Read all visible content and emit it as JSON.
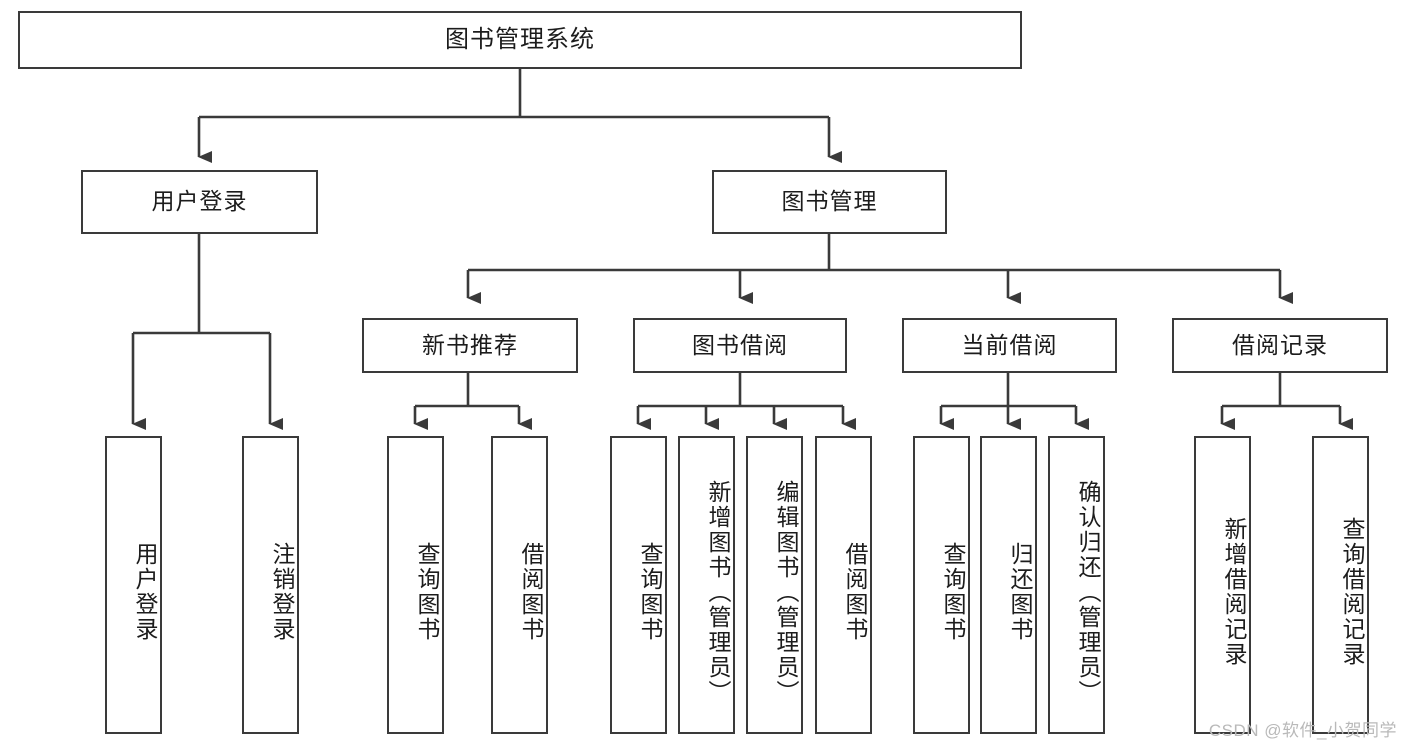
{
  "diagram": {
    "title": "图书管理系统",
    "type": "tree-structure-chart",
    "colors": {
      "box_border": "#3a3a3a",
      "box_fill": "#ffffff",
      "connector": "#3a3a3a",
      "text": "#1c1c1c",
      "watermark": "#b9b9b9"
    },
    "root": {
      "label": "图书管理系统"
    },
    "level2": [
      {
        "label": "用户登录"
      },
      {
        "label": "图书管理"
      }
    ],
    "level3": [
      {
        "label": "新书推荐"
      },
      {
        "label": "图书借阅"
      },
      {
        "label": "当前借阅"
      },
      {
        "label": "借阅记录"
      }
    ],
    "leaves": {
      "user_login": [
        {
          "label": "用户登录"
        },
        {
          "label": "注销登录"
        }
      ],
      "new_book": [
        {
          "label": "查询图书"
        },
        {
          "label": "借阅图书"
        }
      ],
      "book_borrow": [
        {
          "label": "查询图书"
        },
        {
          "label": "新增图书（管理员）"
        },
        {
          "label": "编辑图书（管理员）"
        },
        {
          "label": "借阅图书"
        }
      ],
      "current_borrow": [
        {
          "label": "查询图书"
        },
        {
          "label": "归还图书"
        },
        {
          "label": "确认归还（管理员）"
        }
      ],
      "borrow_record": [
        {
          "label": "新增借阅记录"
        },
        {
          "label": "查询借阅记录"
        }
      ]
    }
  },
  "watermark": {
    "text": "CSDN @软件_小贺同学"
  }
}
